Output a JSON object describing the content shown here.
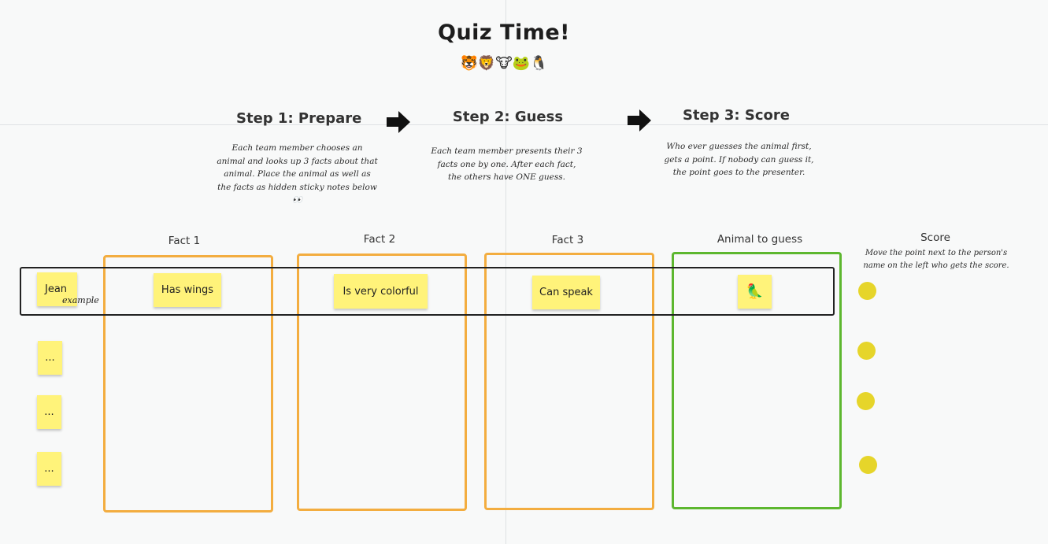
{
  "board": {
    "title": "Quiz Time!",
    "emojis": "🐯🦁🐮🐸🐧"
  },
  "steps": [
    {
      "title": "Step 1: Prepare",
      "description": "Each team member chooses an animal and looks up 3 facts about that animal. Place the animal as well as the facts as hidden sticky notes below👀"
    },
    {
      "title": "Step 2: Guess",
      "description": "Each team member presents their 3 facts one by one. After each fact, the others have ONE guess."
    },
    {
      "title": "Step 3: Score",
      "description": "Who ever guesses the animal first, gets a point. If nobody can guess it, the point goes to the presenter."
    }
  ],
  "columns": {
    "fact1": "Fact 1",
    "fact2": "Fact 2",
    "fact3": "Fact 3",
    "animal": "Animal to guess",
    "score": "Score",
    "score_desc": "Move the point next to the person's name on the left who gets the score."
  },
  "example": {
    "name": "Jean",
    "label": "example",
    "fact1": "Has wings",
    "fact2": "Is very colorful",
    "fact3": "Can speak",
    "animal": "🦜"
  },
  "players": [
    "...",
    "...",
    "..."
  ],
  "colors": {
    "sticky": "#fff37a",
    "fact_frame": "#f3ad40",
    "animal_frame": "#5db72f",
    "score_point": "#e6d52a"
  }
}
